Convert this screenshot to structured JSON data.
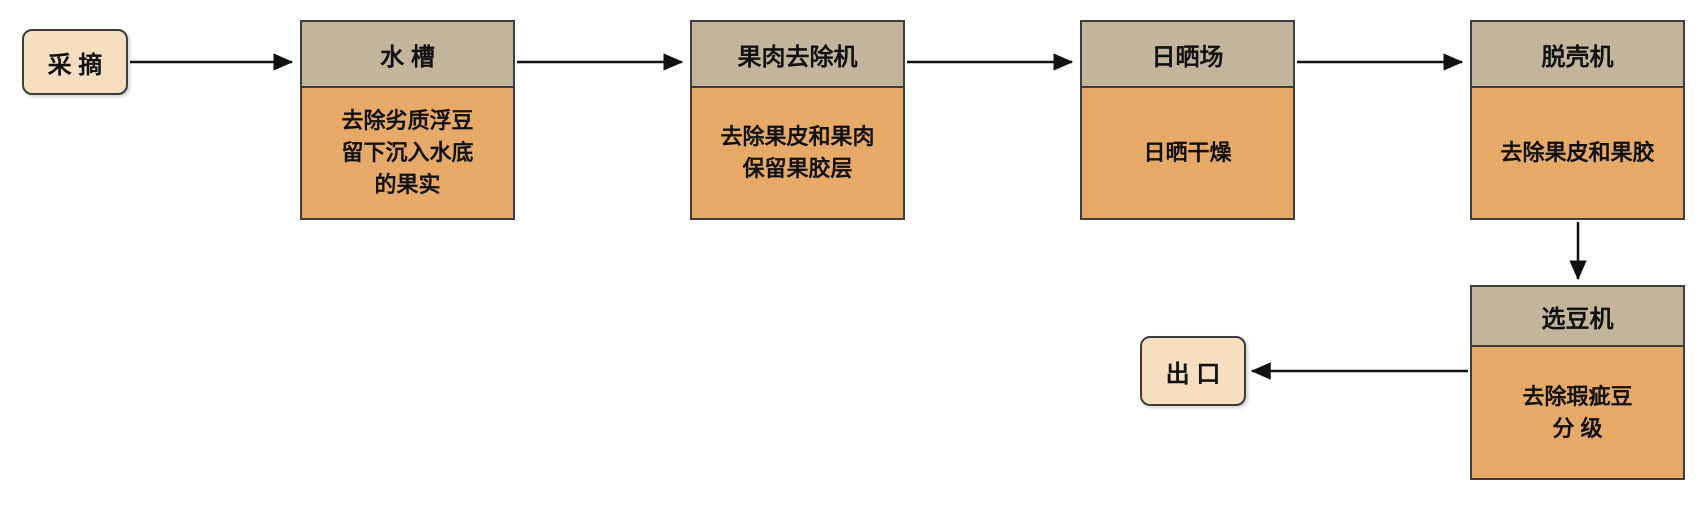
{
  "flowchart": {
    "start": {
      "label": "采 摘"
    },
    "nodes": [
      {
        "id": "water-tank",
        "title": "水 槽",
        "desc": "去除劣质浮豆\n留下沉入水底\n的果实"
      },
      {
        "id": "pulp-remover",
        "title": "果肉去除机",
        "desc": "去除果皮和果肉\n保留果胶层"
      },
      {
        "id": "sun-drying",
        "title": "日晒场",
        "desc": "日晒干燥"
      },
      {
        "id": "huller",
        "title": "脱壳机",
        "desc": "去除果皮和果胶"
      },
      {
        "id": "bean-sorter",
        "title": "选豆机",
        "desc": "去除瑕疵豆\n分 级"
      }
    ],
    "end": {
      "label": "出 口"
    },
    "colors": {
      "node_header_bg": "#c3b49c",
      "node_body_bg": "#e6a968",
      "terminal_bg": "#f5dfc0",
      "border": "#3d3d3d",
      "arrow": "#111111"
    }
  }
}
